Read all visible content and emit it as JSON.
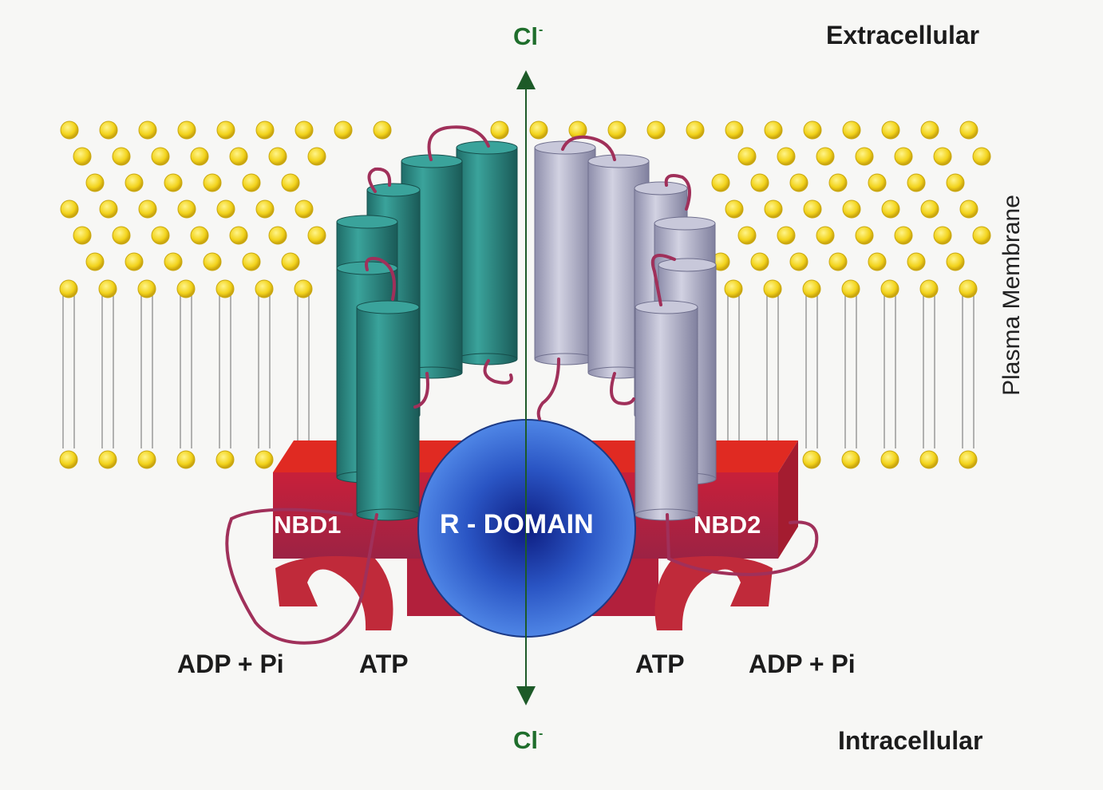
{
  "labels": {
    "extracellular": "Extracellular",
    "intracellular": "Intracellular",
    "plasma_membrane": "Plasma Membrane",
    "chloride_symbol": "Cl",
    "chloride_charge": "-",
    "r_domain": "R - DOMAIN",
    "nbd1": "NBD1",
    "nbd2": "NBD2",
    "atp_left": "ATP",
    "atp_right": "ATP",
    "adp_left": "ADP + Pi",
    "adp_right": "ADP + Pi"
  },
  "colors": {
    "background": "#f7f7f5",
    "lipid_head": "#f2d31b",
    "lipid_tail": "#9a9a9a",
    "helix_teal": "#2b8c86",
    "helix_lavender": "#b0b0c8",
    "loop": "#a0305a",
    "nbd_red": "#d8282a",
    "r_domain_blue": "#2c5fd0",
    "chloride_green": "#1f6e2c",
    "axis_arrow": "#1d5a28"
  }
}
